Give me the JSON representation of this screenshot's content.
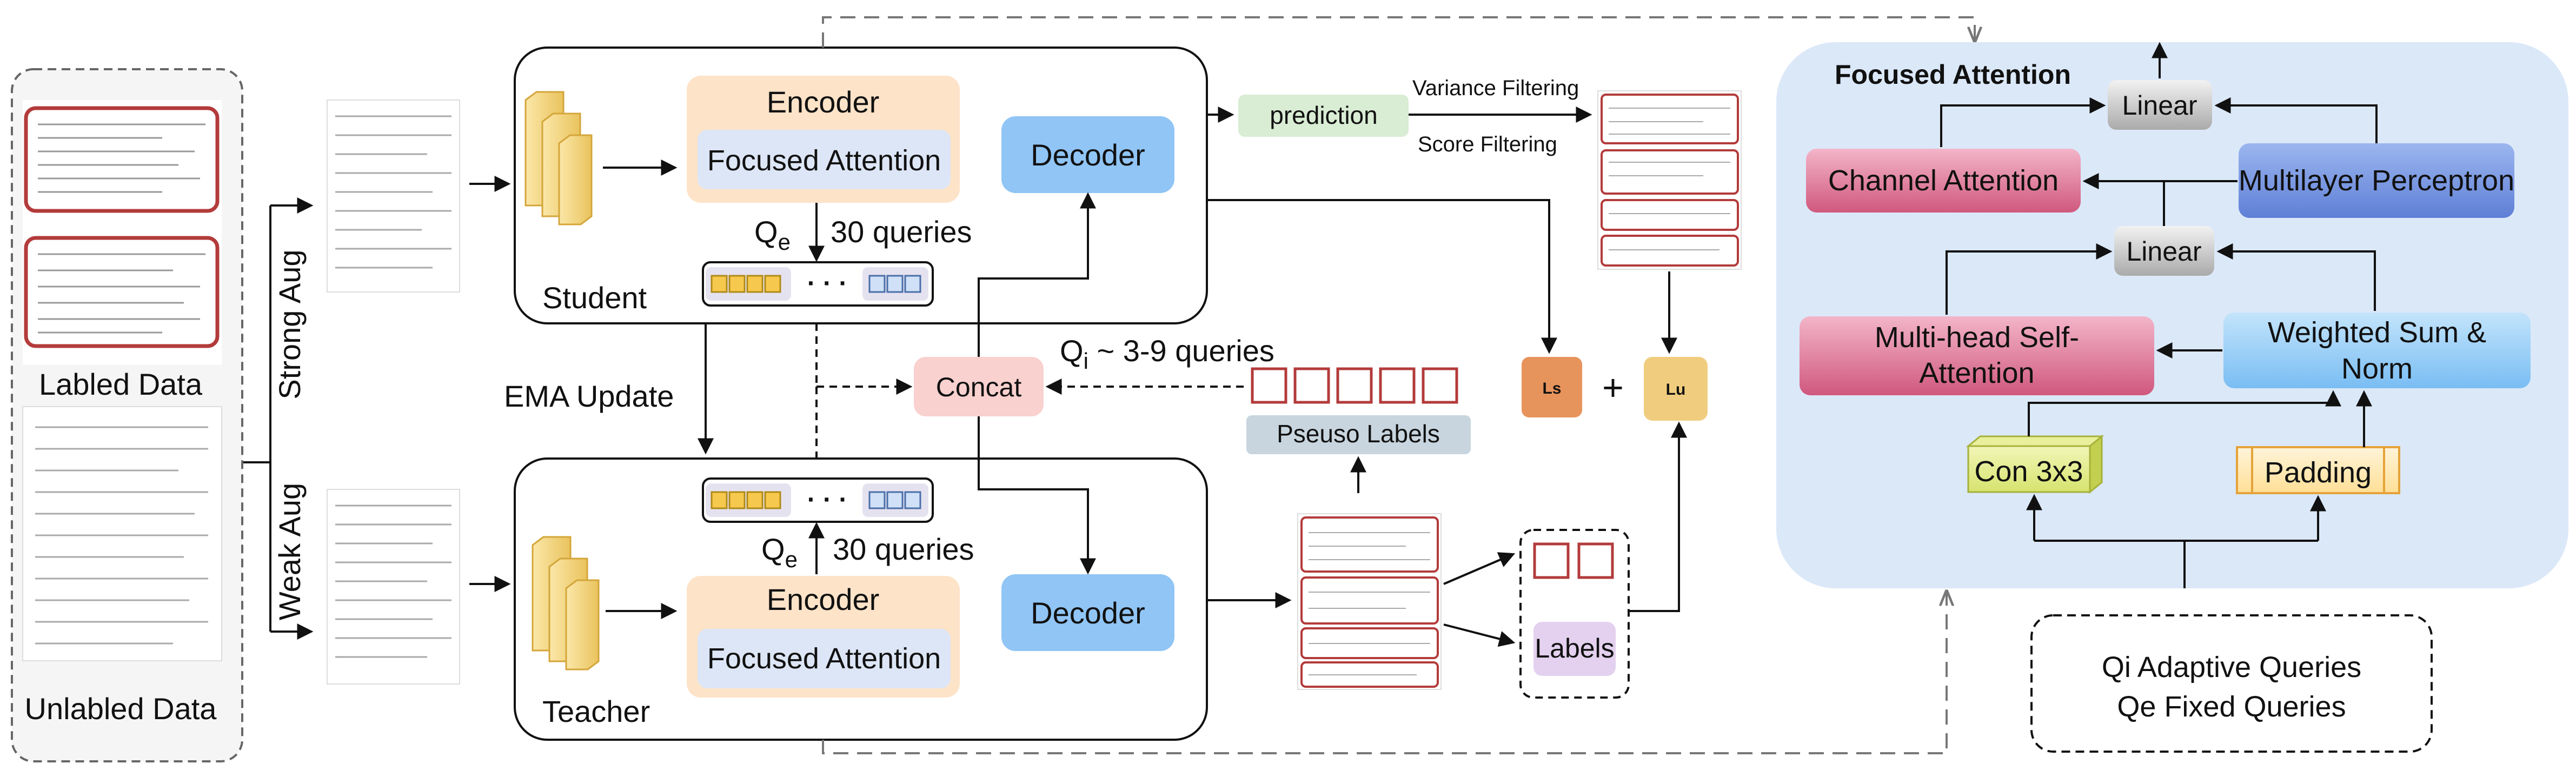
{
  "data_panel": {
    "labeled": "Labled Data",
    "unlabeled": "Unlabled Data"
  },
  "aug": {
    "strong": "Strong Aug",
    "weak": "Weak Aug"
  },
  "student": {
    "encoder": "Encoder",
    "focused_attention": "Focused Attention",
    "decoder": "Decoder",
    "name": "Student",
    "q_symbol": "Q",
    "q_sub": "e",
    "queries": "30 queries"
  },
  "teacher": {
    "encoder": "Encoder",
    "focused_attention": "Focused Attention",
    "decoder": "Decoder",
    "name": "Teacher",
    "q_symbol": "Q",
    "q_sub": "e",
    "queries": "30 queries"
  },
  "ema_update": "EMA Update",
  "concat": "Concat",
  "qi_symbol": "Q",
  "qi_sub": "i",
  "qi_label": " ~ 3-9 queries",
  "prediction": "prediction",
  "variance_filtering": "Variance Filtering",
  "score_filtering": "Score Filtering",
  "pseudo_labels": "Pseuso Labels",
  "labels": "Labels",
  "loss": {
    "ls": "Ls",
    "lu": "Lu",
    "plus": "+"
  },
  "dots": "· · ·",
  "focused_panel": {
    "title": "Focused Attention",
    "linear_top": "Linear",
    "linear_mid": "Linear",
    "channel_attention": "Channel Attention",
    "mlp": "Multilayer Perceptron",
    "mhsa_line1": "Multi-head Self-",
    "mhsa_line2": "Attention",
    "wsn_line1": "Weighted Sum &",
    "wsn_line2": "Norm",
    "conv": "Con 3x3",
    "padding": "Padding"
  },
  "legend": {
    "qi": "Qi  Adaptive Queries",
    "qe": "Qe  Fixed Queries"
  },
  "colors": {
    "encoder": "#fde3c8",
    "focused": "#dde6f6",
    "decoder": "#90c5f5",
    "prediction": "#d9ecd4",
    "concat": "#f9d1cf",
    "pseudo": "#c8d5df",
    "ls": "#e7945c",
    "lu": "#f0cd7e",
    "panel": "#dbe8f8",
    "red_outline": "#b33b3b"
  }
}
